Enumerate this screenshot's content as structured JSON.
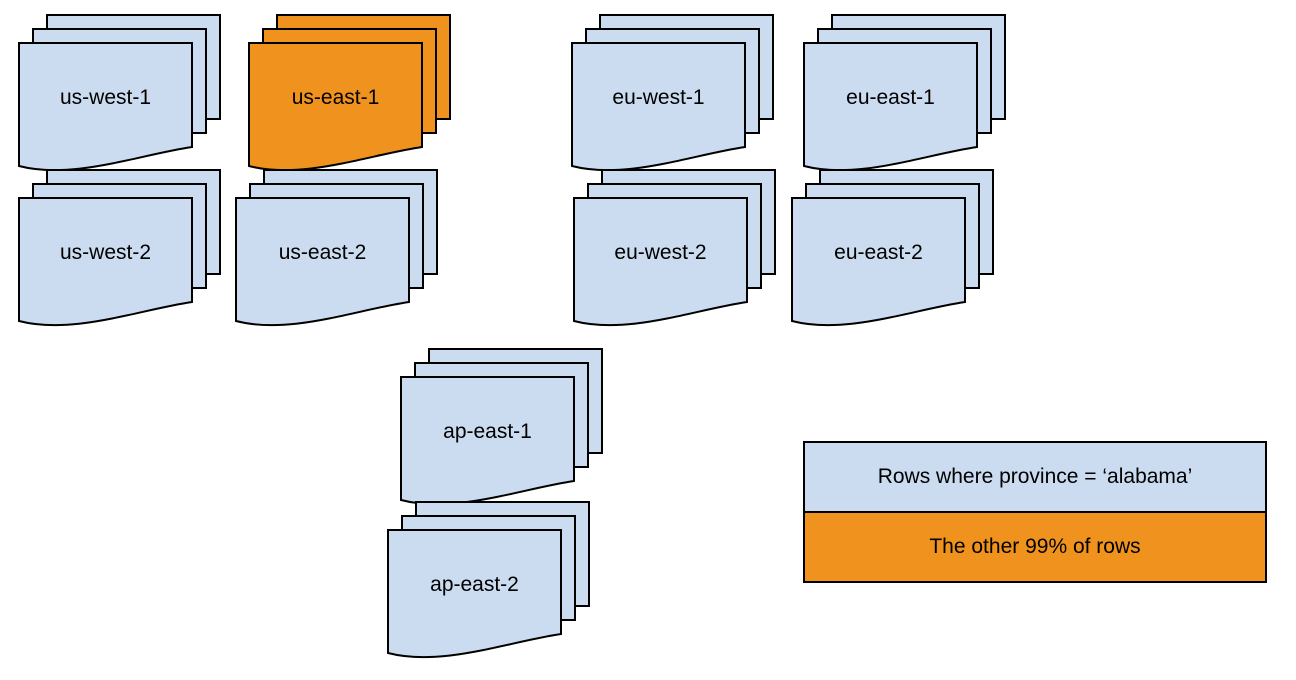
{
  "canvas": {
    "background": "#ffffff"
  },
  "colors": {
    "doc_fill": "#cbdcf0",
    "highlight_fill": "#f0931e",
    "outline": "#000000",
    "text": "#000000"
  },
  "stacks": [
    {
      "label": "us-west-1",
      "variant": "default",
      "fill": "#cbdcf0"
    },
    {
      "label": "us-east-1",
      "variant": "highlighted",
      "fill": "#f0931e"
    },
    {
      "label": "eu-west-1",
      "variant": "default",
      "fill": "#cbdcf0"
    },
    {
      "label": "eu-east-1",
      "variant": "default",
      "fill": "#cbdcf0"
    },
    {
      "label": "us-west-2",
      "variant": "default",
      "fill": "#cbdcf0"
    },
    {
      "label": "us-east-2",
      "variant": "default",
      "fill": "#cbdcf0"
    },
    {
      "label": "eu-west-2",
      "variant": "default",
      "fill": "#cbdcf0"
    },
    {
      "label": "eu-east-2",
      "variant": "default",
      "fill": "#cbdcf0"
    },
    {
      "label": "ap-east-1",
      "variant": "default",
      "fill": "#cbdcf0"
    },
    {
      "label": "ap-east-2",
      "variant": "default",
      "fill": "#cbdcf0"
    }
  ],
  "legend": {
    "items": [
      {
        "label": "Rows where province = ‘alabama’",
        "fill": "#cbdcf0"
      },
      {
        "label": "The other 99% of rows",
        "fill": "#f0931e"
      }
    ]
  }
}
